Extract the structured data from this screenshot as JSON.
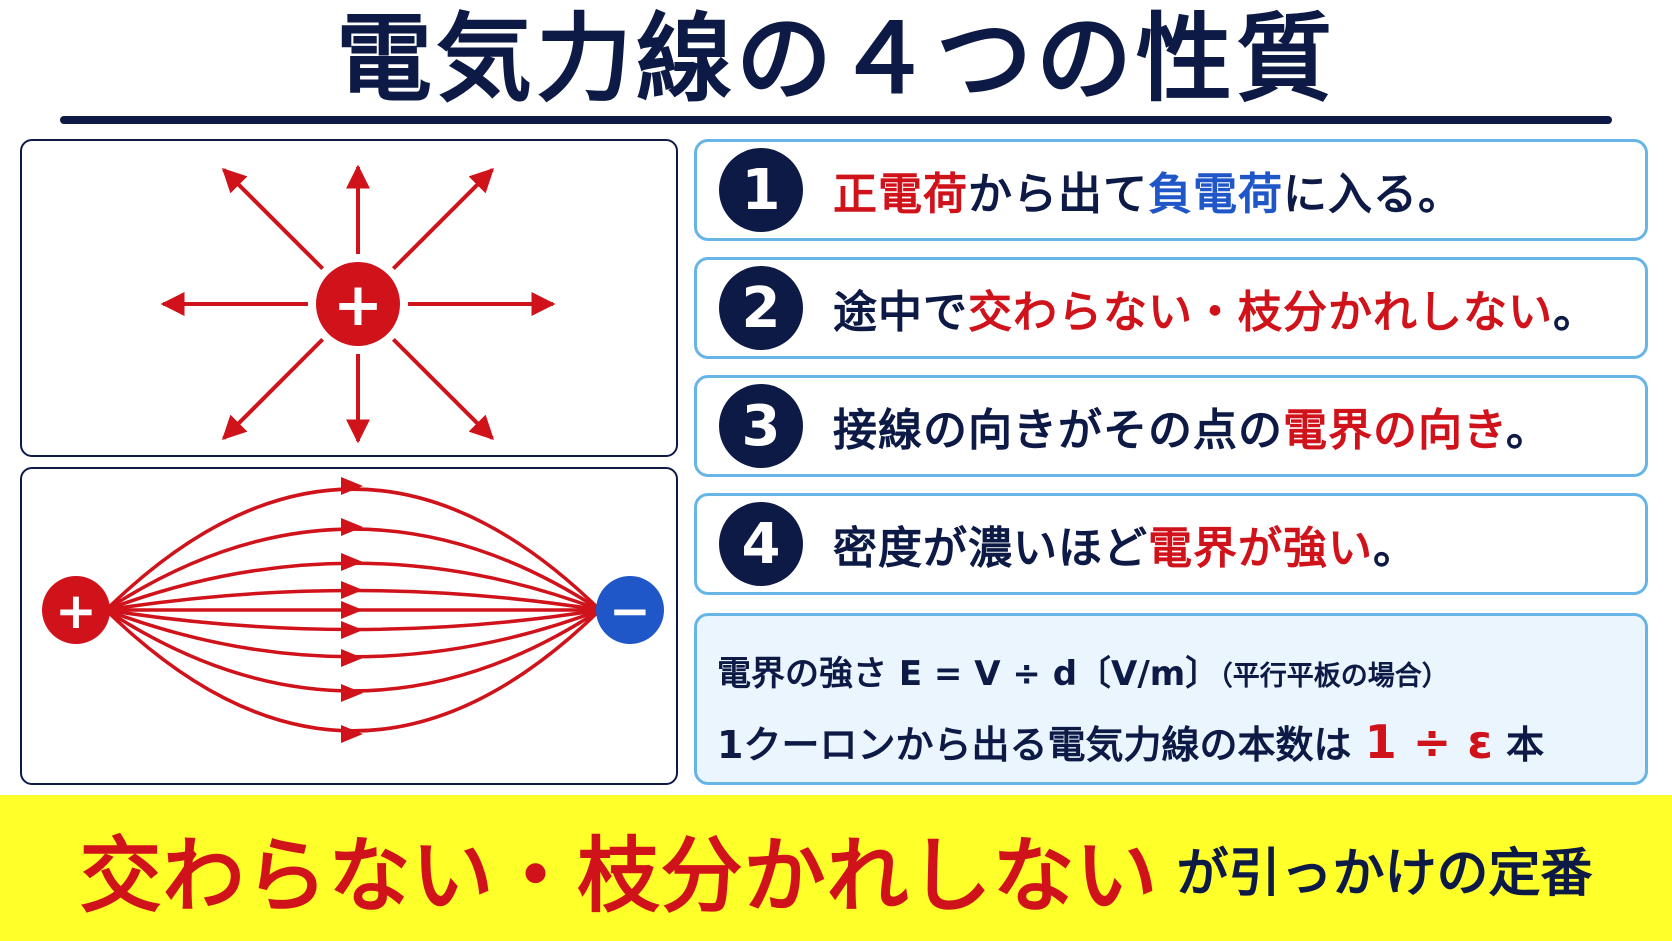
{
  "title": "電気力線の４つの性質",
  "diagrams": {
    "radial_charge_symbol": "+",
    "dipole_positive_symbol": "+",
    "dipole_negative_symbol": "−"
  },
  "properties": [
    {
      "number": "1",
      "parts": [
        {
          "text": "正電荷",
          "color": "red"
        },
        {
          "text": "から出て",
          "color": "navy"
        },
        {
          "text": "負電荷",
          "color": "blue"
        },
        {
          "text": "に入る。",
          "color": "navy"
        }
      ]
    },
    {
      "number": "2",
      "parts": [
        {
          "text": "途中で",
          "color": "navy"
        },
        {
          "text": "交わらない・枝分かれしない",
          "color": "red"
        },
        {
          "text": "。",
          "color": "navy"
        }
      ]
    },
    {
      "number": "3",
      "parts": [
        {
          "text": "接線の向きがその点の",
          "color": "navy"
        },
        {
          "text": "電界の向き",
          "color": "red"
        },
        {
          "text": "。",
          "color": "navy"
        }
      ]
    },
    {
      "number": "4",
      "parts": [
        {
          "text": "密度が濃いほど",
          "color": "navy"
        },
        {
          "text": "電界が強い",
          "color": "red"
        },
        {
          "text": "。",
          "color": "navy"
        }
      ]
    }
  ],
  "formulas": {
    "line1_main": "電界の強さ E = V ÷ d〔V/m〕",
    "line1_note": "（平行平板の場合）",
    "line2_prefix": "1クーロンから出る電気力線の本数は",
    "line2_value": "1 ÷ ε",
    "line2_suffix": "本"
  },
  "banner": {
    "main": "交わらない・枝分かれしない",
    "sub": "が引っかけの定番"
  },
  "colors": {
    "navy": "#0d1a45",
    "red": "#d0121b",
    "blue": "#1f56c8",
    "card_border": "#67b4e6",
    "formula_bg": "#eaf5fd",
    "banner_bg": "#ffff2a"
  }
}
